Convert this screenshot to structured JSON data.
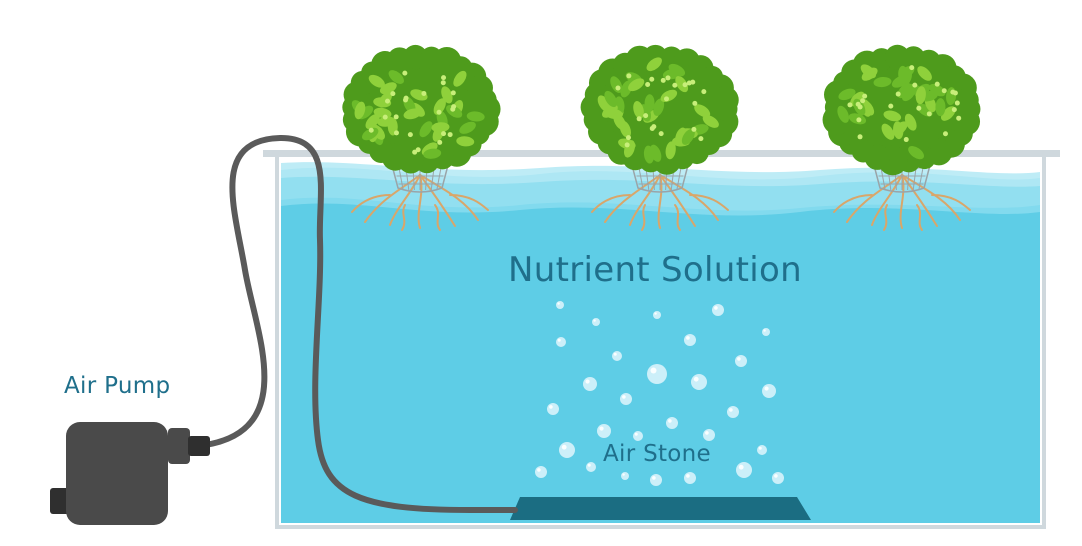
{
  "labels": {
    "nutrient_solution": "Nutrient Solution",
    "air_pump": "Air Pump",
    "air_stone": "Air Stone"
  },
  "components": {
    "plants": [
      "plant",
      "plant",
      "plant"
    ],
    "bubbles_icon": "bubble",
    "net_pot_icon": "net-pot",
    "roots_icon": "roots"
  },
  "colors": {
    "water": "#5ecde6",
    "water_top": "#86dcee",
    "tank_outline": "#cfd8dd",
    "air_stone": "#1b6d82",
    "pump": "#4a4a4a",
    "tube": "#5a5a5a",
    "foliage_dark": "#4e9b1c",
    "foliage_light": "#8fd13b",
    "roots": "#d9a66a",
    "label_text": "#1f6f8b"
  }
}
